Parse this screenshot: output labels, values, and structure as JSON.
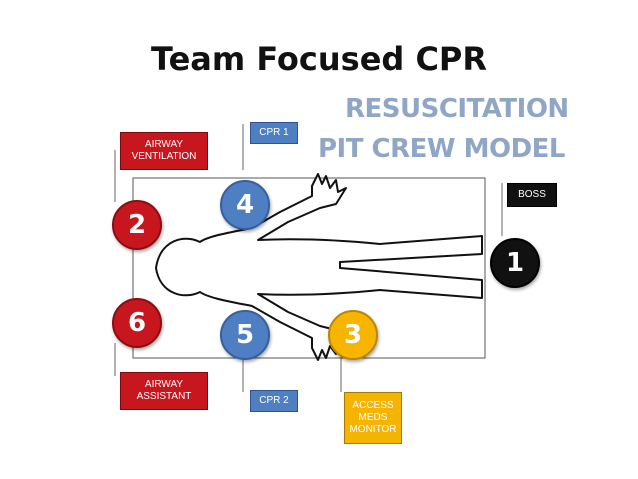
{
  "title": "Team Focused CPR",
  "heading": {
    "line1": "RESUSCITATION",
    "line2": "PIT CREW MODEL"
  },
  "roles": {
    "airway_ventilation": {
      "number": "2",
      "label_line1": "AIRWAY",
      "label_line2": "VENTILATION"
    },
    "airway_assistant": {
      "number": "6",
      "label_line1": "AIRWAY",
      "label_line2": "ASSISTANT"
    },
    "cpr1": {
      "number": "4",
      "label": "CPR 1"
    },
    "cpr2": {
      "number": "5",
      "label": "CPR 2"
    },
    "access": {
      "number": "3",
      "label_line1": "ACCESS",
      "label_line2": "MEDS",
      "label_line3": "MONITOR"
    },
    "boss": {
      "number": "1",
      "label": "BOSS"
    }
  },
  "colors": {
    "red": "#c8161e",
    "blue": "#4f7fc3",
    "yellow": "#f5b400",
    "black": "#111111"
  }
}
